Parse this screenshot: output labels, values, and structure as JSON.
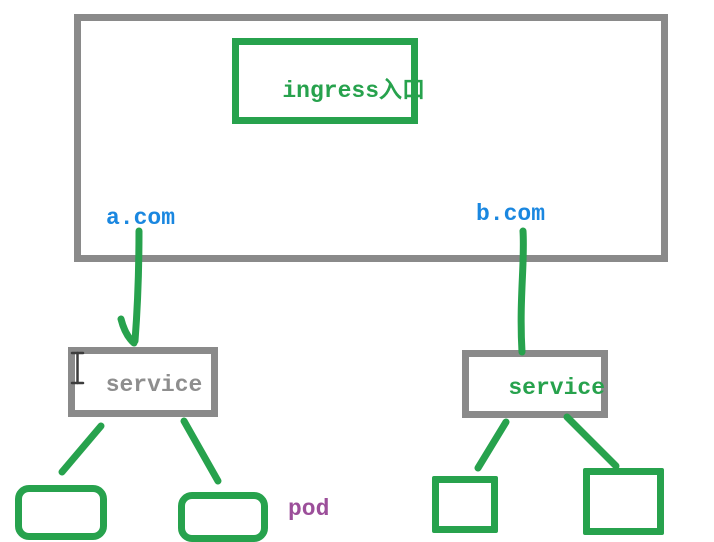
{
  "diagram": {
    "ingress": {
      "label": "ingress入口"
    },
    "hosts": [
      {
        "label": "a.com"
      },
      {
        "label": "b.com"
      }
    ],
    "services": [
      {
        "label": "service"
      },
      {
        "label": "service"
      }
    ],
    "pod_caption": "pod",
    "colors": {
      "green": "#27a24d",
      "gray": "#8a8a8a",
      "blue": "#1a87e0",
      "purple": "#9c4f9a",
      "service_gray": "#8e8e8e"
    }
  }
}
